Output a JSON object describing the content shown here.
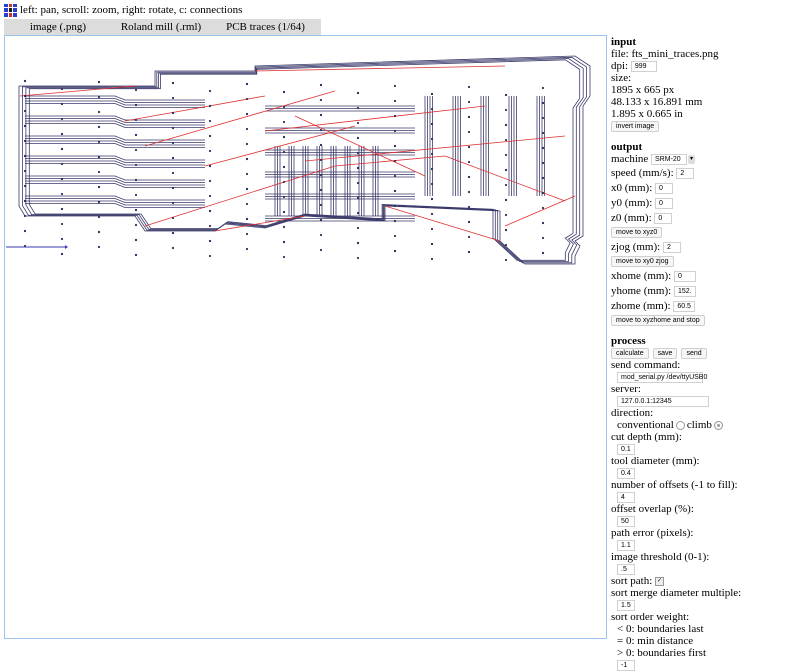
{
  "header": {
    "instructions": "left: pan, scroll: zoom, right: rotate, c: connections",
    "icon": "grid-icon"
  },
  "tabs": [
    {
      "label": "image (.png)"
    },
    {
      "label": "Roland mill (.rml)"
    },
    {
      "label": "PCB traces (1/64)"
    }
  ],
  "input": {
    "title": "input",
    "file": "file: fts_mini_traces.png",
    "dpi_label": "dpi:",
    "dpi": "999",
    "size_label": "size:",
    "size_px": "1895 x 665 px",
    "size_mm": "48.133 x 16.891 mm",
    "size_in": "1.895 x 0.665 in",
    "invert_label": "invert image"
  },
  "output": {
    "title": "output",
    "machine_label": "machine",
    "machine": "SRM-20",
    "speed_label": "speed (mm/s):",
    "speed": "2",
    "x0_label": "x0 (mm):",
    "x0": "0",
    "y0_label": "y0 (mm):",
    "y0": "0",
    "z0_label": "z0 (mm):",
    "z0": "0",
    "move_xyz0": "move to xyz0",
    "zjog_label": "zjog (mm):",
    "zjog": "2",
    "move_xy0zjog": "move to xy0 zjog",
    "xhome_label": "xhome (mm):",
    "xhome": "0",
    "yhome_label": "yhome (mm):",
    "yhome": "152.",
    "zhome_label": "zhome (mm):",
    "zhome": "60.5",
    "move_home": "move to xyzhome and stop"
  },
  "process": {
    "title": "process",
    "calculate": "calculate",
    "save": "save",
    "send": "send",
    "send_command_label": "send command:",
    "send_command": "mod_serial.py /dev/ttyUSB0",
    "server_label": "server:",
    "server": "127.0.0.1:12345",
    "direction_label": "direction:",
    "conventional": "conventional",
    "climb": "climb",
    "cut_depth_label": "cut depth (mm):",
    "cut_depth": "0.1",
    "tool_diameter_label": "tool diameter (mm):",
    "tool_diameter": "0.4",
    "offsets_label": "number of offsets (-1 to fill):",
    "offsets": "4",
    "overlap_label": "offset overlap (%):",
    "overlap": "50",
    "path_error_label": "path error (pixels):",
    "path_error": "1.1",
    "threshold_label": "image threshold (0-1):",
    "threshold": ".5",
    "sort_path_label": "sort path:",
    "merge_label": "sort merge diameter multiple:",
    "merge": "1.5",
    "order_label": "sort order weight:",
    "order_lt": "< 0: boundaries last",
    "order_eq": "= 0: min distance",
    "order_gt": "> 0: boundaries first",
    "order_value": "-1"
  },
  "colors": {
    "trace": "#3a3a6a",
    "connection": "#e03030",
    "canvas_border": "#9cc3ea",
    "tabs_bg": "#dcdcdc"
  }
}
